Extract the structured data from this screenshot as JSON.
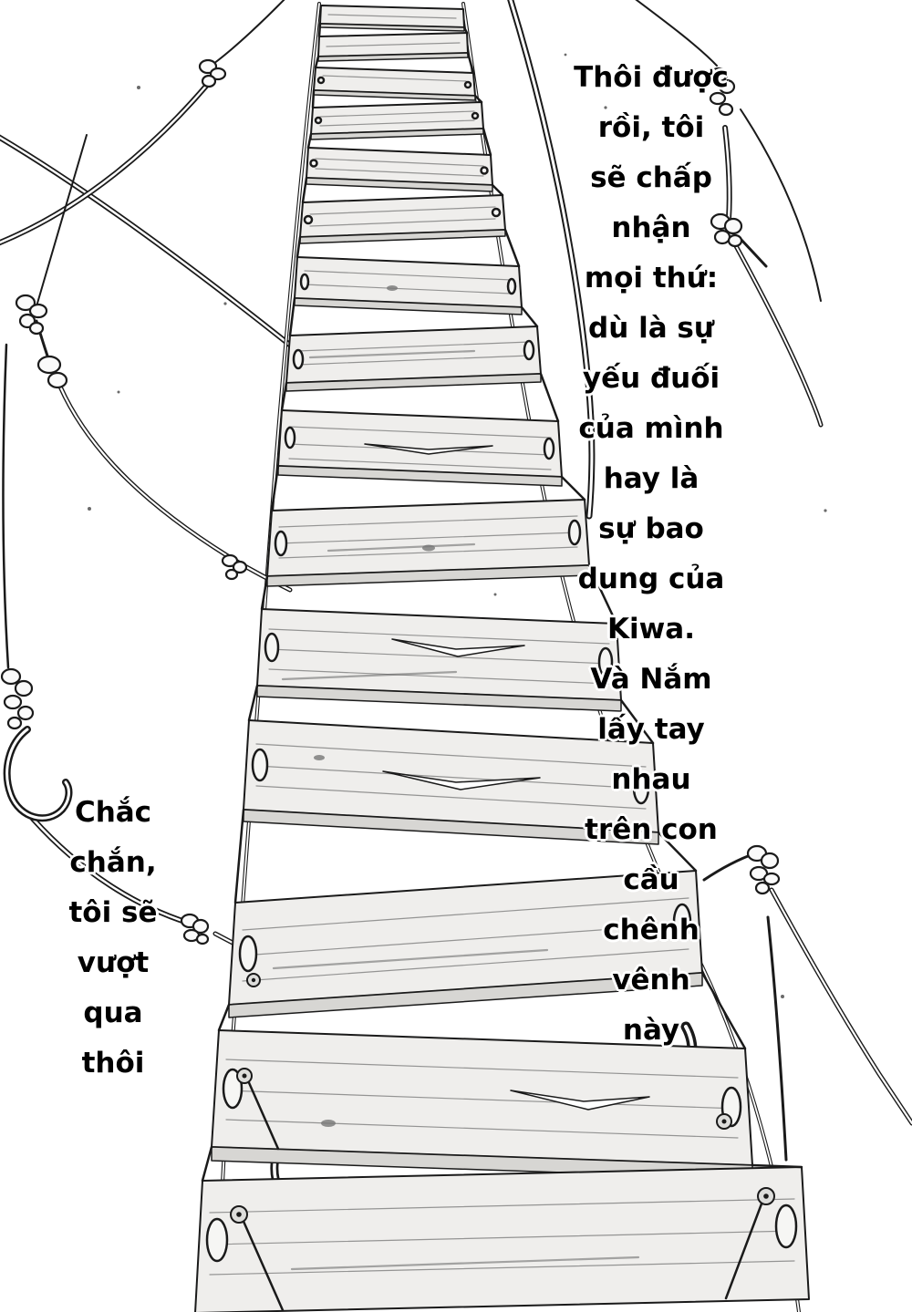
{
  "colors": {
    "ink": "#1a1a1a",
    "paper": "#ffffff",
    "plank": "#efeeec",
    "plank_side": "#d7d6d3",
    "text": "#000000",
    "text_outline": "#ffffff"
  },
  "dialogue": {
    "right": {
      "lines": [
        "Thôi được",
        "rồi, tôi",
        "sẽ chấp",
        "nhận",
        "mọi thứ:",
        "dù là sự",
        "yếu đuối",
        "của mình",
        "hay là",
        "sự bao",
        "dung của",
        "Kiwa.",
        "Và Nắm",
        "lấy tay",
        "nhau",
        "trên con",
        "cầu",
        "chênh",
        "vênh",
        "này"
      ]
    },
    "left": {
      "lines": [
        "Chắc",
        "chắn,",
        "tôi sẽ",
        "vượt",
        "qua",
        "thôi"
      ]
    }
  }
}
